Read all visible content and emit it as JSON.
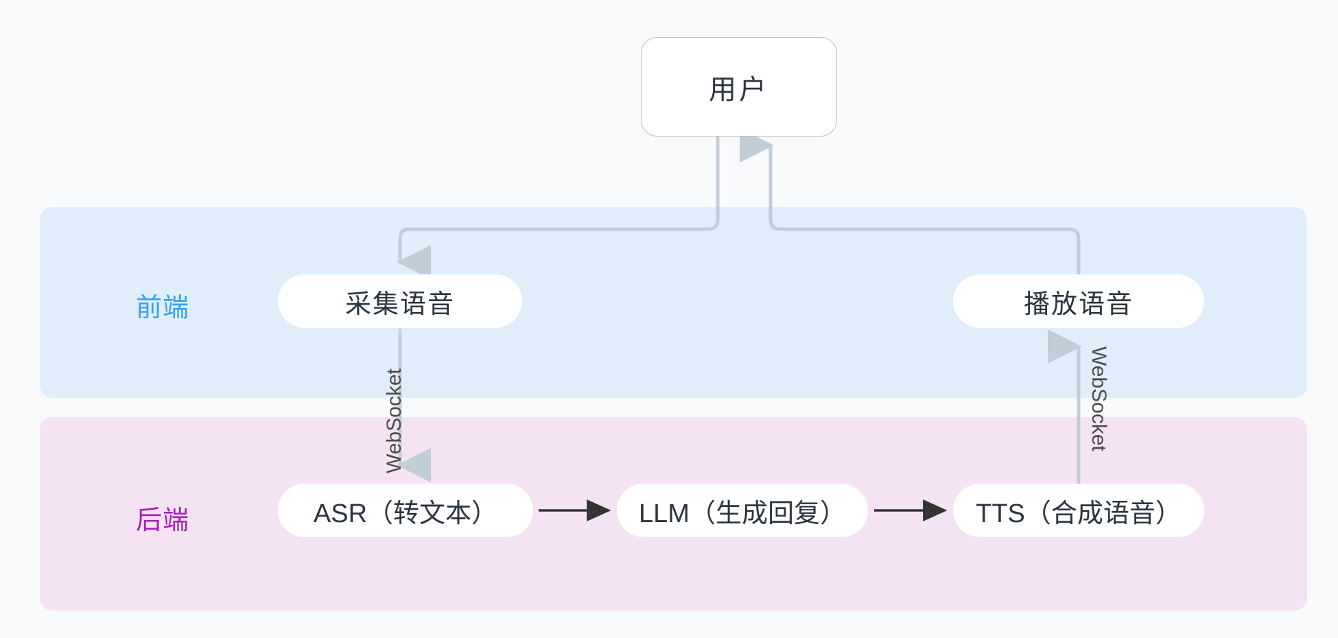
{
  "diagram": {
    "type": "flow-diagram",
    "background_color": "#f8fafc",
    "lanes": [
      {
        "id": "frontend",
        "label": "前端",
        "label_color": "#35a0ef",
        "band_color": "#e0eefb",
        "nodes": [
          "采集语音",
          "播放语音"
        ]
      },
      {
        "id": "backend",
        "label": "后端",
        "label_color": "#a81fbb",
        "band_color": "#f5e3f3",
        "nodes": [
          "ASR（转文本）",
          "LLM（生成回复）",
          "TTS（合成语音）"
        ]
      }
    ],
    "nodes": {
      "user": "用户",
      "capture": "采集语音",
      "play": "播放语音",
      "asr": "ASR（转文本）",
      "llm": "LLM（生成回复）",
      "tts": "TTS（合成语音）"
    },
    "edges": [
      {
        "from": "user",
        "to": "capture",
        "label": "",
        "style": "orthogonal-rounded",
        "color": "#c3cdd7"
      },
      {
        "from": "capture",
        "to": "asr",
        "label": "WebSocket",
        "style": "straight-vertical",
        "color": "#c3cdd7"
      },
      {
        "from": "asr",
        "to": "llm",
        "label": "",
        "style": "straight-horizontal",
        "color": "#333333"
      },
      {
        "from": "llm",
        "to": "tts",
        "label": "",
        "style": "straight-horizontal",
        "color": "#333333"
      },
      {
        "from": "tts",
        "to": "play",
        "label": "WebSocket",
        "style": "straight-vertical",
        "color": "#c3cdd7"
      },
      {
        "from": "play",
        "to": "user",
        "label": "",
        "style": "orthogonal-rounded",
        "color": "#c3cdd7"
      }
    ],
    "edge_labels": {
      "left_websocket": "WebSocket",
      "right_websocket": "WebSocket"
    },
    "colors": {
      "node_fill": "#ffffff",
      "node_text": "#2c3440",
      "user_border": "#b9bdc4",
      "soft_arrow": "#c3cdd7",
      "dark_arrow": "#333333",
      "label_text": "#4a4a4a"
    }
  }
}
